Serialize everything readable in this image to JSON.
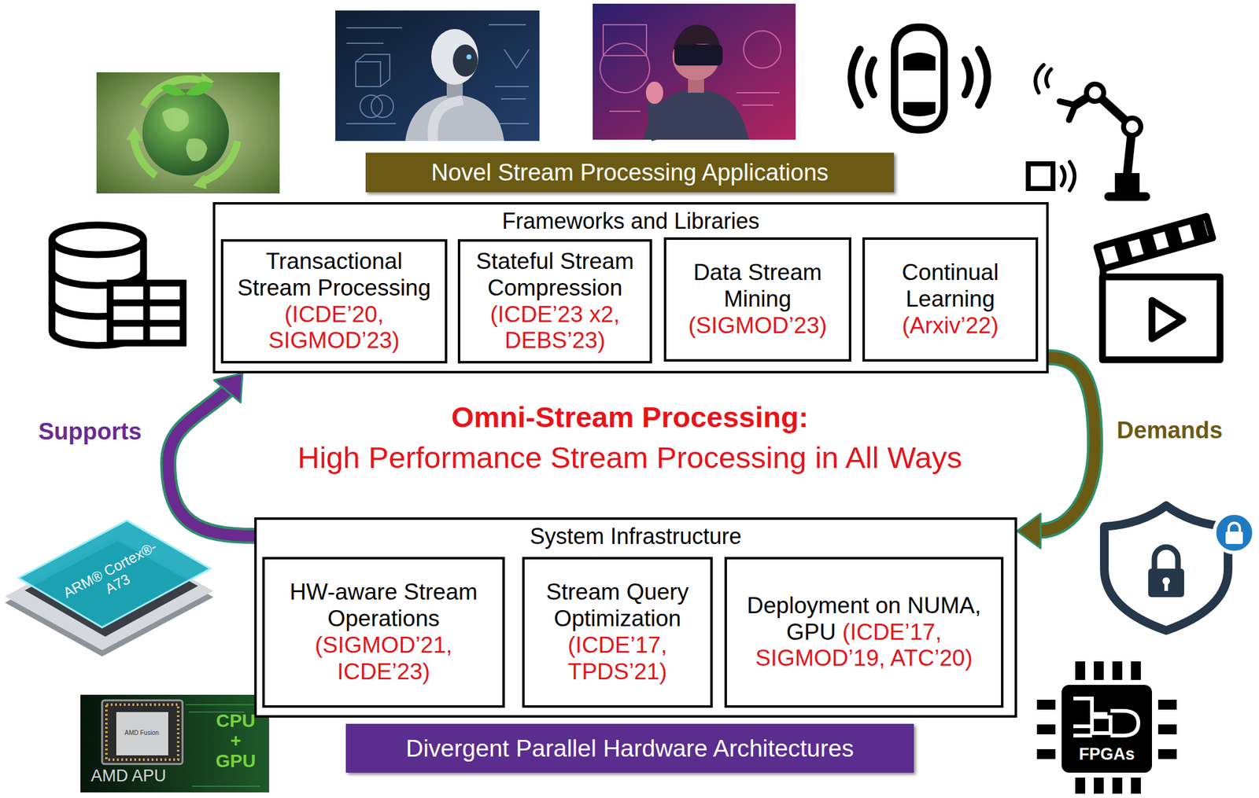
{
  "diagram": {
    "nodes": [
      {
        "text": [
          "Novel Stream Processing Applications"
        ]
      },
      {
        "text": [
          "Frameworks and Libraries"
        ]
      },
      {
        "text": [
          "Transactional Stream Processing",
          "(ICDE’20, SIGMOD’23)"
        ],
        "in": 1
      },
      {
        "text": [
          "Stateful Stream Compression",
          "(ICDE’23 x2, DEBS’23)"
        ],
        "in": 1
      },
      {
        "text": [
          "Data Stream Mining",
          "(SIGMOD’23)"
        ],
        "in": 1
      },
      {
        "text": [
          "Continual Learning",
          "(Arxiv’22)"
        ],
        "in": 1
      },
      {
        "text": [
          "System Infrastructure"
        ]
      },
      {
        "text": [
          "HW-aware Stream Operations",
          "(SIGMOD’21, ICDE’23)"
        ],
        "in": 6
      },
      {
        "text": [
          "Stream Query Optimization",
          "(ICDE’17, TPDS’21)"
        ],
        "in": 6
      },
      {
        "text": [
          "Deployment on NUMA, GPU",
          "(ICDE’17, SIGMOD’19, ATC’20)"
        ],
        "in": 6
      },
      {
        "text": [
          "Divergent Parallel Hardware Architectures"
        ]
      }
    ],
    "edges": [
      {
        "from": 6,
        "to": 1,
        "label": "Supports",
        "arrow": "to"
      },
      {
        "from": 1,
        "to": 6,
        "label": "Demands",
        "arrow": "to"
      }
    ],
    "labels": [
      "Omni-Stream Processing:",
      "High Performance Stream Processing in All Ways",
      "ARM® Cortex®-A73",
      "AMD Fusion",
      "AMD APU",
      "CPU + GPU",
      "FPGAs"
    ]
  }
}
